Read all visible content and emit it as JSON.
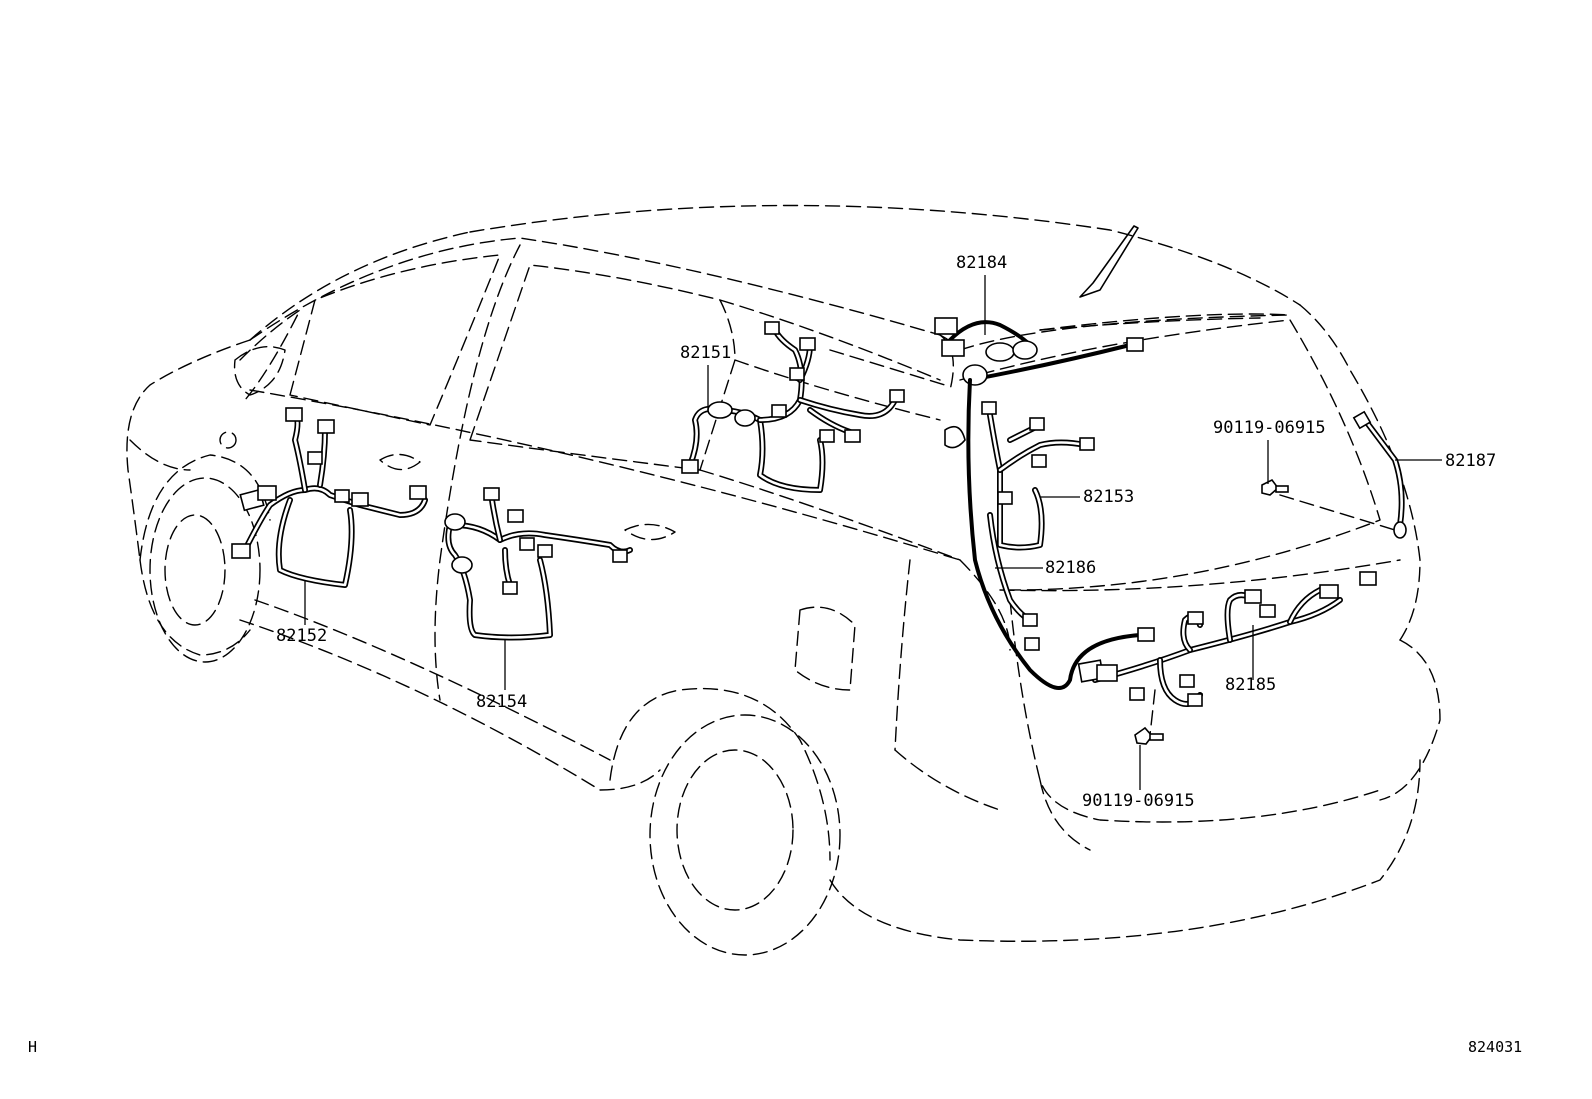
{
  "labels": {
    "l82184": "82184",
    "l82151": "82151",
    "l82153": "82153",
    "l82186": "82186",
    "l82187": "82187",
    "l82185": "82185",
    "l82152": "82152",
    "l82154": "82154",
    "bolt_top": "90119-06915",
    "bolt_bottom": "90119-06915"
  },
  "footer": {
    "left_code": "H",
    "illustration_number": "824031"
  }
}
